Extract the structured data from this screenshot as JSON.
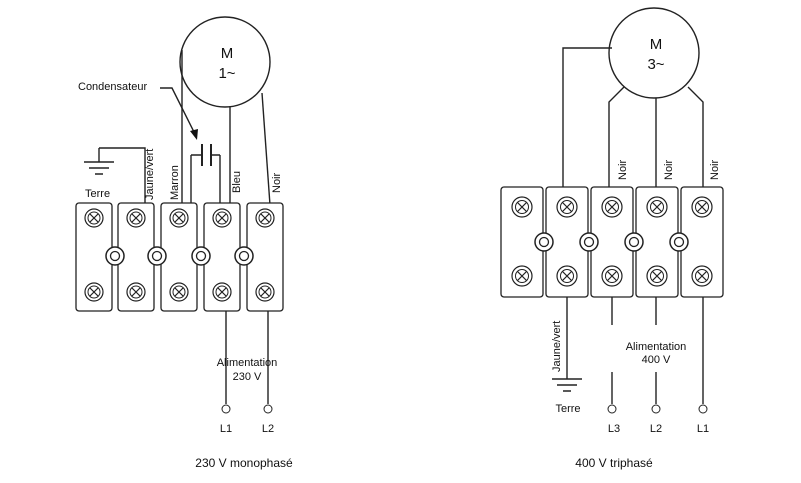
{
  "left": {
    "motor_line1": "M",
    "motor_line2": "1~",
    "capacitor_label": "Condensateur",
    "ground_label": "Terre",
    "wire_labels": [
      "Jaune/vert",
      "Marron",
      "Bleu",
      "Noir"
    ],
    "supply_line1": "Alimentation",
    "supply_line2": "230 V",
    "phases": [
      "L1",
      "L2"
    ],
    "caption": "230 V monophasé"
  },
  "right": {
    "motor_line1": "M",
    "motor_line2": "3~",
    "wire_labels": [
      "Noir",
      "Noir",
      "Noir"
    ],
    "ground_wire_label": "Jaune/vert",
    "ground_label": "Terre",
    "supply_line1": "Alimentation",
    "supply_line2": "400 V",
    "phases": [
      "L3",
      "L2",
      "L1"
    ],
    "caption": "400 V triphasé"
  }
}
